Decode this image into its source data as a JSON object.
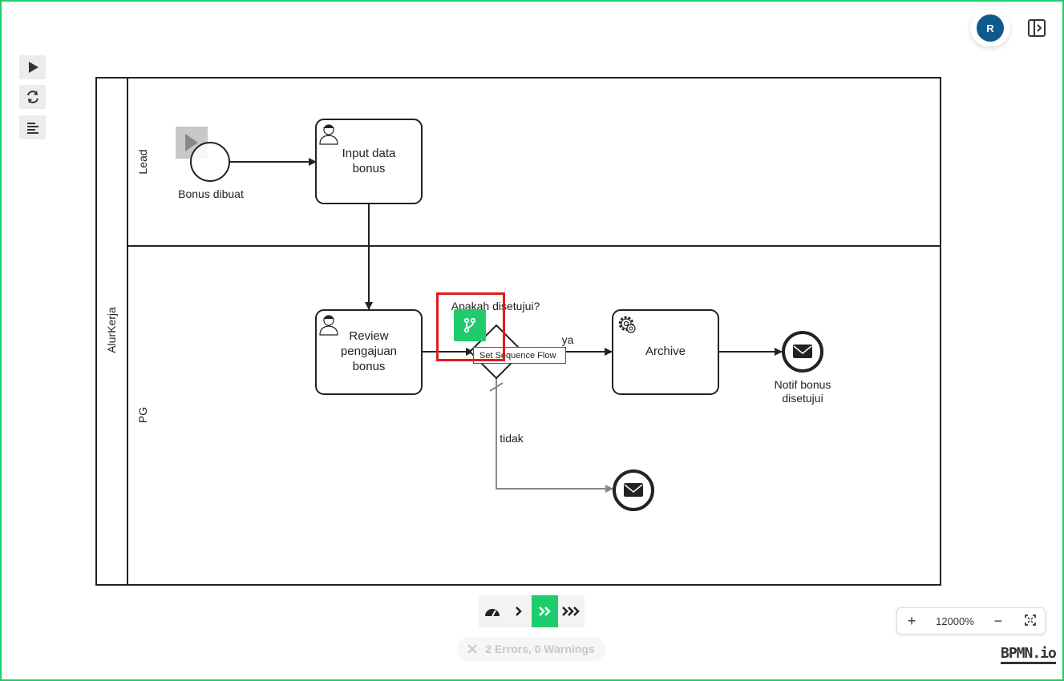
{
  "user": {
    "avatar_initial": "R"
  },
  "left_toolbar": [
    {
      "icon": "play-icon"
    },
    {
      "icon": "refresh-icon"
    },
    {
      "icon": "align-left-icon"
    }
  ],
  "diagram": {
    "pool_name": "AlurKerja",
    "lanes": [
      "Lead",
      "PG"
    ],
    "start_event_label": "Bonus dibuat",
    "tasks": {
      "input": "Input data bonus",
      "review": "Review pengajuan bonus",
      "archive": "Archive"
    },
    "gateway_label": "Apakah disetujui?",
    "flow_labels": {
      "yes": "ya",
      "no": "tidak"
    },
    "end_event_label": "Notif bonus disetujui"
  },
  "context_pad": {
    "tooltip": "Set Sequence Flow",
    "icon": "sequence-flow-icon"
  },
  "bottom_toolbar": {
    "items": [
      "gauge-icon",
      "chevron-right-icon",
      "double-chevron-icon",
      "triple-chevron-icon"
    ],
    "active_index": 2
  },
  "errors": {
    "icon": "close-icon",
    "text": "2 Errors, 0 Warnings"
  },
  "zoom": {
    "plus": "+",
    "level": "12000%",
    "minus": "−",
    "fit_icon": "fullscreen-icon"
  },
  "logo": "BPMN.io",
  "colors": {
    "accent": "#1fcc6d",
    "highlight": "#e21b1b",
    "avatar": "#0f5a8c"
  }
}
